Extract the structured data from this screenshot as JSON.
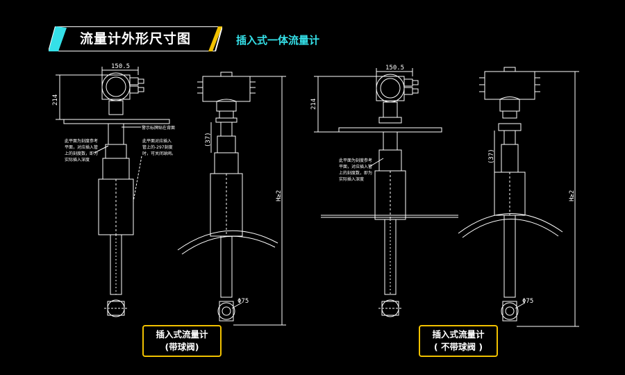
{
  "header": {
    "title": "流量计外形尺寸图",
    "subtitle": "插入式一体流量计"
  },
  "left_drawing": {
    "dim_width": "150.5",
    "dim_height": "214",
    "label_note_tag": "警示标牌贴在背面",
    "note_plane": [
      "此平面为刻度参考",
      "平面，对应插入管",
      "上的刻度数，即为",
      "实际插入深度"
    ],
    "note_pipe": [
      "此平面对应插入",
      "管上的-297刻度",
      "时，可关闭球阀。"
    ],
    "dim_side": "(37)",
    "dim_total": "H≥2",
    "dim_ball": "Φ75",
    "caption": [
      "插入式流量计",
      "(带球阀)"
    ]
  },
  "right_drawing": {
    "dim_width": "150.5",
    "dim_height": "214",
    "note_plane": [
      "此平面为刻度参考",
      "平面，对应插入管",
      "上的刻度数，即为",
      "实际插入深度"
    ],
    "dim_side": "(37)",
    "dim_total": "H≥2",
    "dim_ball": "Φ75",
    "caption": [
      "插入式流量计",
      "( 不带球阀 )"
    ]
  },
  "colors": {
    "background": "#000000",
    "accent_cyan": "#35e0e8",
    "accent_yellow": "#f2c200",
    "line": "#ffffff"
  }
}
